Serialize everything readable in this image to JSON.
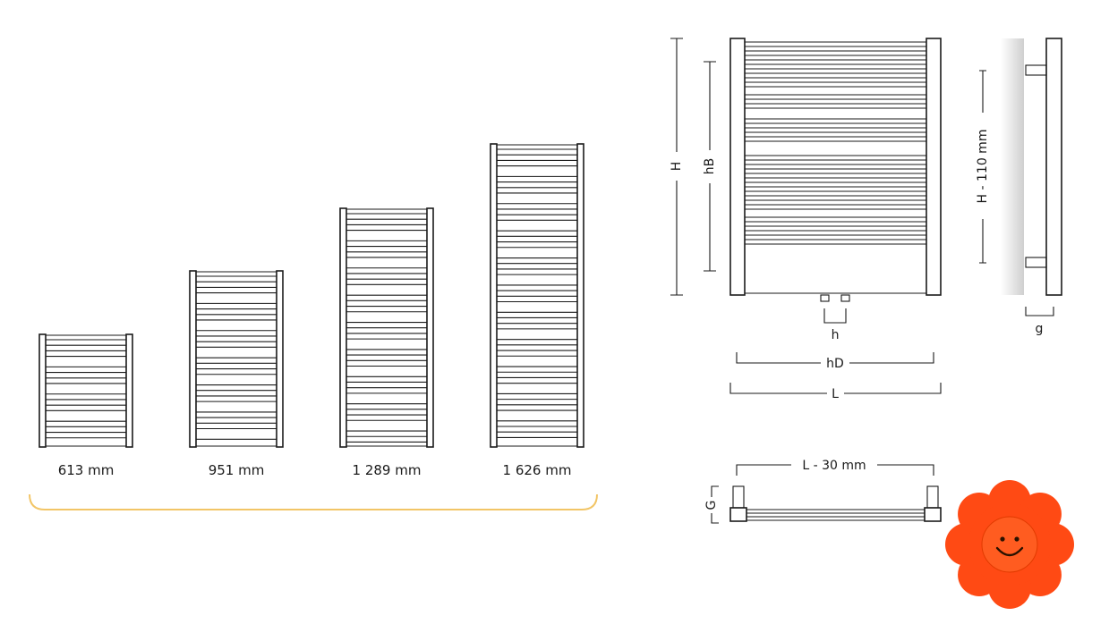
{
  "sizes": [
    {
      "label": "613 mm"
    },
    {
      "label": "951 mm"
    },
    {
      "label": "1 289 mm"
    },
    {
      "label": "1 626 mm"
    }
  ],
  "dimensions": {
    "H": "H",
    "hB": "hB",
    "h": "h",
    "hD": "hD",
    "L": "L",
    "H_minus": "H - 110 mm",
    "g": "g",
    "L_minus": "L - 30 mm",
    "G": "G"
  },
  "colors": {
    "accent_line": "#f2c566",
    "flower_petal": "#ff4a14",
    "flower_center": "#ff5c20",
    "wall_shade": "#d6d6d6"
  },
  "icons": {
    "mascot": "smiling-flower-icon"
  }
}
